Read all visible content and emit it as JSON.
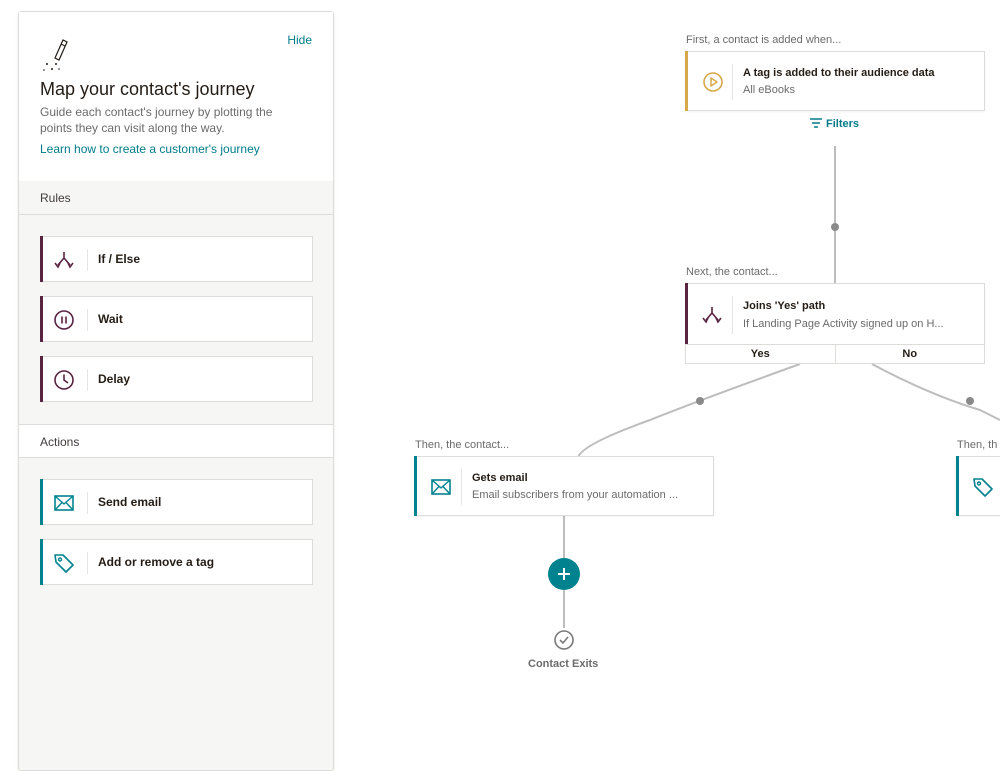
{
  "sidebar": {
    "hide_label": "Hide",
    "title": "Map your contact's journey",
    "description": "Guide each contact's journey by plotting the points they can visit along the way.",
    "learn_link": "Learn how to create a customer's journey",
    "rules_heading": "Rules",
    "rules": [
      {
        "label": "If / Else",
        "icon": "if-else-icon"
      },
      {
        "label": "Wait",
        "icon": "pause-icon"
      },
      {
        "label": "Delay",
        "icon": "clock-icon"
      }
    ],
    "actions_heading": "Actions",
    "actions": [
      {
        "label": "Send email",
        "icon": "envelope-icon"
      },
      {
        "label": "Add or remove a tag",
        "icon": "tag-icon"
      }
    ]
  },
  "canvas": {
    "trigger": {
      "step_label": "First, a contact is added when...",
      "title": "A tag is added to their audience data",
      "subtitle": "All eBooks",
      "filters_label": "Filters"
    },
    "condition": {
      "step_label": "Next, the contact...",
      "title": "Joins 'Yes' path",
      "subtitle": "If Landing Page Activity signed up on H...",
      "yes_label": "Yes",
      "no_label": "No"
    },
    "email_step": {
      "step_label": "Then, the contact...",
      "title": "Gets email",
      "subtitle": "Email subscribers from your automation ..."
    },
    "right_step": {
      "step_label": "Then, th"
    },
    "exit_label": "Contact Exits"
  },
  "colors": {
    "teal": "#00838f",
    "plum": "#58243f",
    "gold": "#d7a84b",
    "link": "#007c89"
  }
}
